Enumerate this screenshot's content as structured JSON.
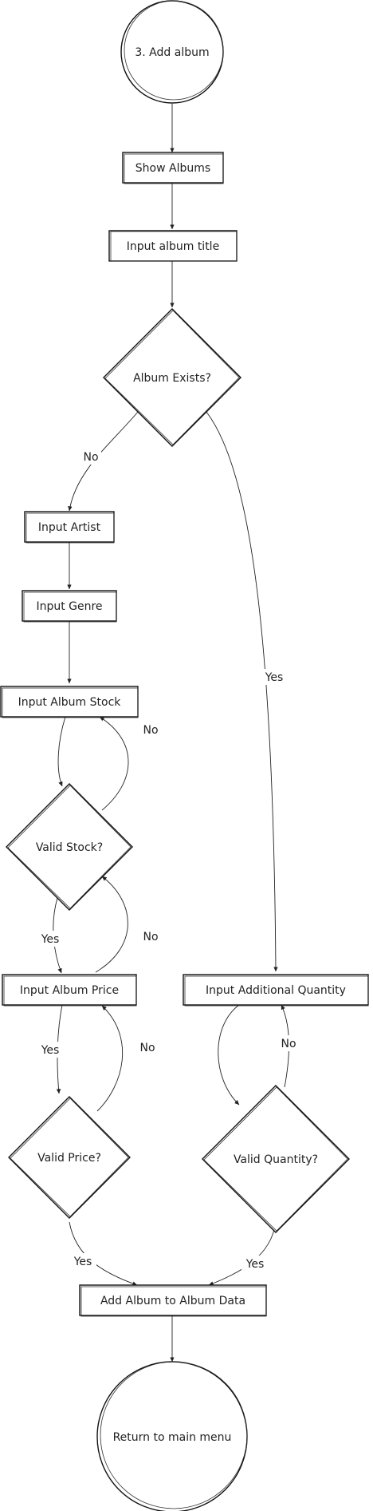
{
  "nodes": {
    "start": "3. Add album",
    "show_albums": "Show Albums",
    "input_title": "Input album title",
    "album_exists": "Album Exists?",
    "input_artist": "Input Artist",
    "input_genre": "Input Genre",
    "input_stock": "Input Album Stock",
    "valid_stock": "Valid Stock?",
    "input_price": "Input Album Price",
    "valid_price": "Valid Price?",
    "input_qty": "Input Additional Quantity",
    "valid_qty": "Valid Quantity?",
    "add_album": "Add Album to Album Data",
    "end": "Return to main menu"
  },
  "edge_labels": {
    "exists_no": "No",
    "exists_yes": "Yes",
    "stock_no": "No",
    "stock_yes": "Yes",
    "price_back_no": "No",
    "price_yes": "Yes",
    "price_no": "No",
    "price_to_add_yes": "Yes",
    "qty_no": "No",
    "qty_yes": "Yes"
  }
}
